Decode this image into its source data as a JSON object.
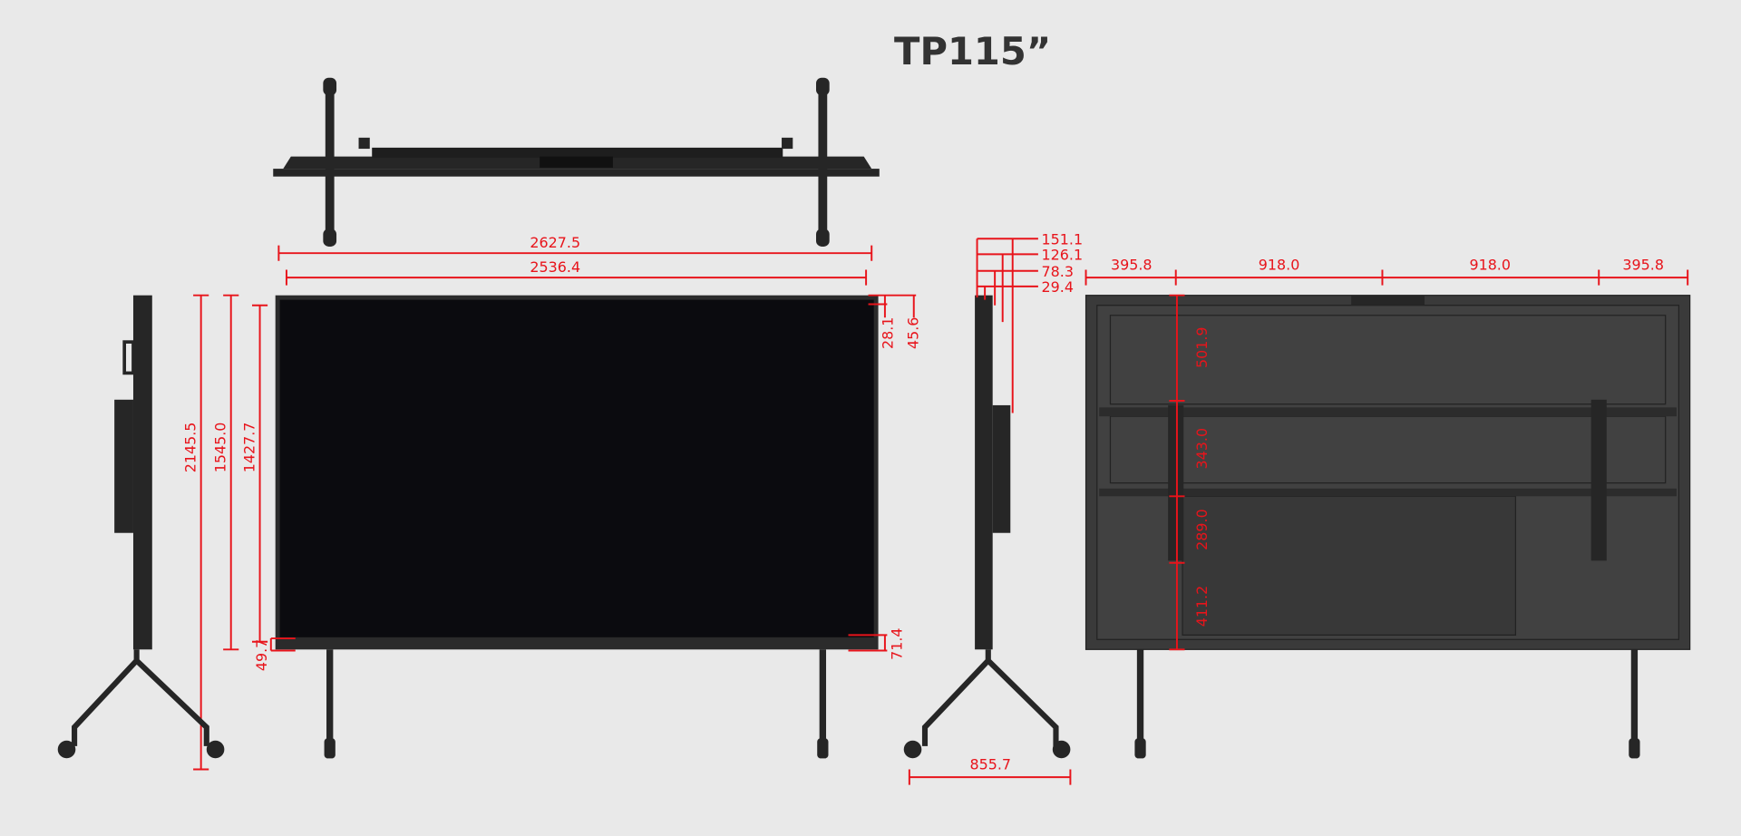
{
  "title": "TP115”",
  "colors": {
    "dimension": "#e8141b",
    "device": "#262626",
    "screen": "#0b0b0f",
    "background": "#e9e9e9"
  },
  "front_view": {
    "overall_width": "2627.5",
    "display_width": "2536.4",
    "overall_height": "2145.5",
    "panel_height": "1545.0",
    "display_height": "1427.7",
    "bottom_bezel_left": "49.7",
    "top_bezel_inner": "28.1",
    "top_bezel_outer": "45.6",
    "bottom_bezel_right": "71.4"
  },
  "side_view": {
    "depths": [
      "151.1",
      "126.1",
      "78.3",
      "29.4"
    ],
    "stand_depth": "855.7"
  },
  "back_view": {
    "horizontal": [
      "395.8",
      "918.0",
      "918.0",
      "395.8"
    ],
    "vertical": [
      "501.9",
      "343.0",
      "289.0",
      "411.2"
    ]
  }
}
